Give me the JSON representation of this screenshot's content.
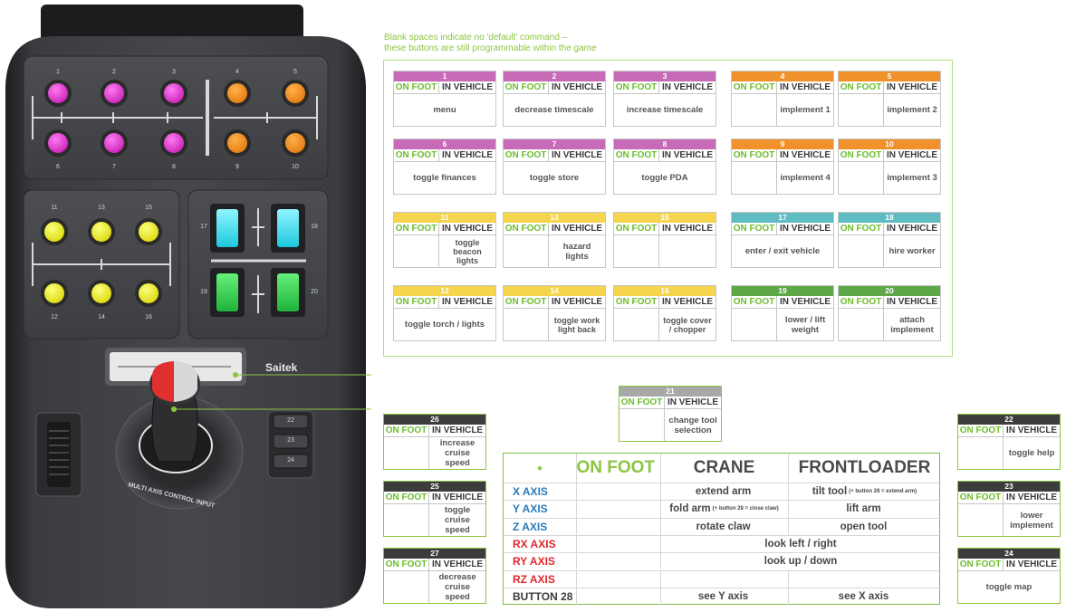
{
  "hint": {
    "line1": "Blank spaces indicate no 'default' command –",
    "line2": "these buttons are still programmable within the game"
  },
  "device": {
    "brand": "Saitek",
    "ring_label": "MULTI AXIS CONTROL INPUT",
    "button_numbers": [
      "1",
      "2",
      "3",
      "4",
      "5",
      "6",
      "7",
      "8",
      "9",
      "10",
      "11",
      "13",
      "15",
      "12",
      "14",
      "16",
      "17",
      "18",
      "19",
      "20",
      "22",
      "23",
      "24"
    ]
  },
  "labels": {
    "on_foot": "ON FOOT",
    "in_vehicle": "IN VEHICLE"
  },
  "colors": {
    "pink": "#c76bb8",
    "orange": "#f0912b",
    "yellow": "#f5d44e",
    "teal": "#5fbcc3",
    "green": "#5ea84a",
    "gray": "#a8a8a8",
    "dark": "#3c3c3c",
    "accent": "#8cc63f",
    "axis_blue": "#2a7ab9",
    "axis_red": "#e0282e"
  },
  "cards": [
    {
      "num": "1",
      "color": "pink",
      "on_foot": "",
      "in_vehicle": "",
      "full": "menu"
    },
    {
      "num": "2",
      "color": "pink",
      "on_foot": "",
      "in_vehicle": "",
      "full": "decrease timescale"
    },
    {
      "num": "3",
      "color": "pink",
      "on_foot": "",
      "in_vehicle": "",
      "full": "increase timescale"
    },
    {
      "num": "4",
      "color": "orange",
      "on_foot": "",
      "in_vehicle": "implement 1"
    },
    {
      "num": "5",
      "color": "orange",
      "on_foot": "",
      "in_vehicle": "implement 2"
    },
    {
      "num": "6",
      "color": "pink",
      "on_foot": "",
      "in_vehicle": "",
      "full": "toggle finances"
    },
    {
      "num": "7",
      "color": "pink",
      "on_foot": "",
      "in_vehicle": "",
      "full": "toggle store"
    },
    {
      "num": "8",
      "color": "pink",
      "on_foot": "",
      "in_vehicle": "",
      "full": "toggle PDA"
    },
    {
      "num": "9",
      "color": "orange",
      "on_foot": "",
      "in_vehicle": "implement 4"
    },
    {
      "num": "10",
      "color": "orange",
      "on_foot": "",
      "in_vehicle": "implement 3"
    },
    {
      "num": "11",
      "color": "yellow",
      "on_foot": "",
      "in_vehicle": "toggle beacon lights"
    },
    {
      "num": "13",
      "color": "yellow",
      "on_foot": "",
      "in_vehicle": "hazard lights"
    },
    {
      "num": "15",
      "color": "yellow",
      "on_foot": "",
      "in_vehicle": ""
    },
    {
      "num": "17",
      "color": "teal",
      "on_foot": "",
      "in_vehicle": "",
      "full": "enter / exit vehicle"
    },
    {
      "num": "18",
      "color": "teal",
      "on_foot": "",
      "in_vehicle": "hire worker"
    },
    {
      "num": "12",
      "color": "yellow",
      "on_foot": "",
      "in_vehicle": "",
      "full": "toggle torch / lights"
    },
    {
      "num": "14",
      "color": "yellow",
      "on_foot": "",
      "in_vehicle": "toggle work light back"
    },
    {
      "num": "16",
      "color": "yellow",
      "on_foot": "",
      "in_vehicle": "toggle cover / chopper"
    },
    {
      "num": "19",
      "color": "green",
      "on_foot": "",
      "in_vehicle": "lower / lift weight"
    },
    {
      "num": "20",
      "color": "green",
      "on_foot": "",
      "in_vehicle": "attach implement"
    },
    {
      "num": "21",
      "color": "gray",
      "on_foot": "",
      "in_vehicle": "change tool selection"
    },
    {
      "num": "26",
      "color": "dark",
      "on_foot": "",
      "in_vehicle": "increase cruise speed"
    },
    {
      "num": "25",
      "color": "dark",
      "on_foot": "",
      "in_vehicle": "toggle cruise speed"
    },
    {
      "num": "27",
      "color": "dark",
      "on_foot": "",
      "in_vehicle": "decrease cruise speed"
    },
    {
      "num": "22",
      "color": "dark",
      "on_foot": "",
      "in_vehicle": "toggle help"
    },
    {
      "num": "23",
      "color": "dark",
      "on_foot": "",
      "in_vehicle": "lower implement"
    },
    {
      "num": "24",
      "color": "dark",
      "on_foot": "",
      "in_vehicle": "",
      "full": "toggle map"
    }
  ],
  "axis_table": {
    "headers": [
      "ON FOOT",
      "CRANE",
      "FRONTLOADER"
    ],
    "rows": [
      {
        "axis": "X AXIS",
        "color": "axis_blue",
        "on_foot": "",
        "crane": "extend arm",
        "crane_note": "",
        "front": "tilt tool",
        "front_note": "(+ button 28 = extend arm)",
        "span": ""
      },
      {
        "axis": "Y AXIS",
        "color": "axis_blue",
        "on_foot": "",
        "crane": "fold arm",
        "crane_note": "(+ button 28 = close claw)",
        "front": "lift arm",
        "front_note": "",
        "span": ""
      },
      {
        "axis": "Z AXIS",
        "color": "axis_blue",
        "on_foot": "",
        "crane": "rotate claw",
        "crane_note": "",
        "front": "open tool",
        "front_note": "",
        "span": ""
      },
      {
        "axis": "RX AXIS",
        "color": "axis_red",
        "on_foot": "",
        "crane": "",
        "crane_note": "",
        "front": "",
        "front_note": "",
        "span": "look left / right"
      },
      {
        "axis": "RY AXIS",
        "color": "axis_red",
        "on_foot": "",
        "crane": "",
        "crane_note": "",
        "front": "",
        "front_note": "",
        "span": "look up / down"
      },
      {
        "axis": "RZ AXIS",
        "color": "axis_red",
        "on_foot": "",
        "crane": "",
        "crane_note": "",
        "front": "",
        "front_note": "",
        "span": ""
      },
      {
        "axis": "BUTTON 28",
        "color": "dark",
        "on_foot": "",
        "crane": "see Y axis",
        "crane_note": "",
        "front": "see X axis",
        "front_note": "",
        "span": ""
      }
    ]
  }
}
